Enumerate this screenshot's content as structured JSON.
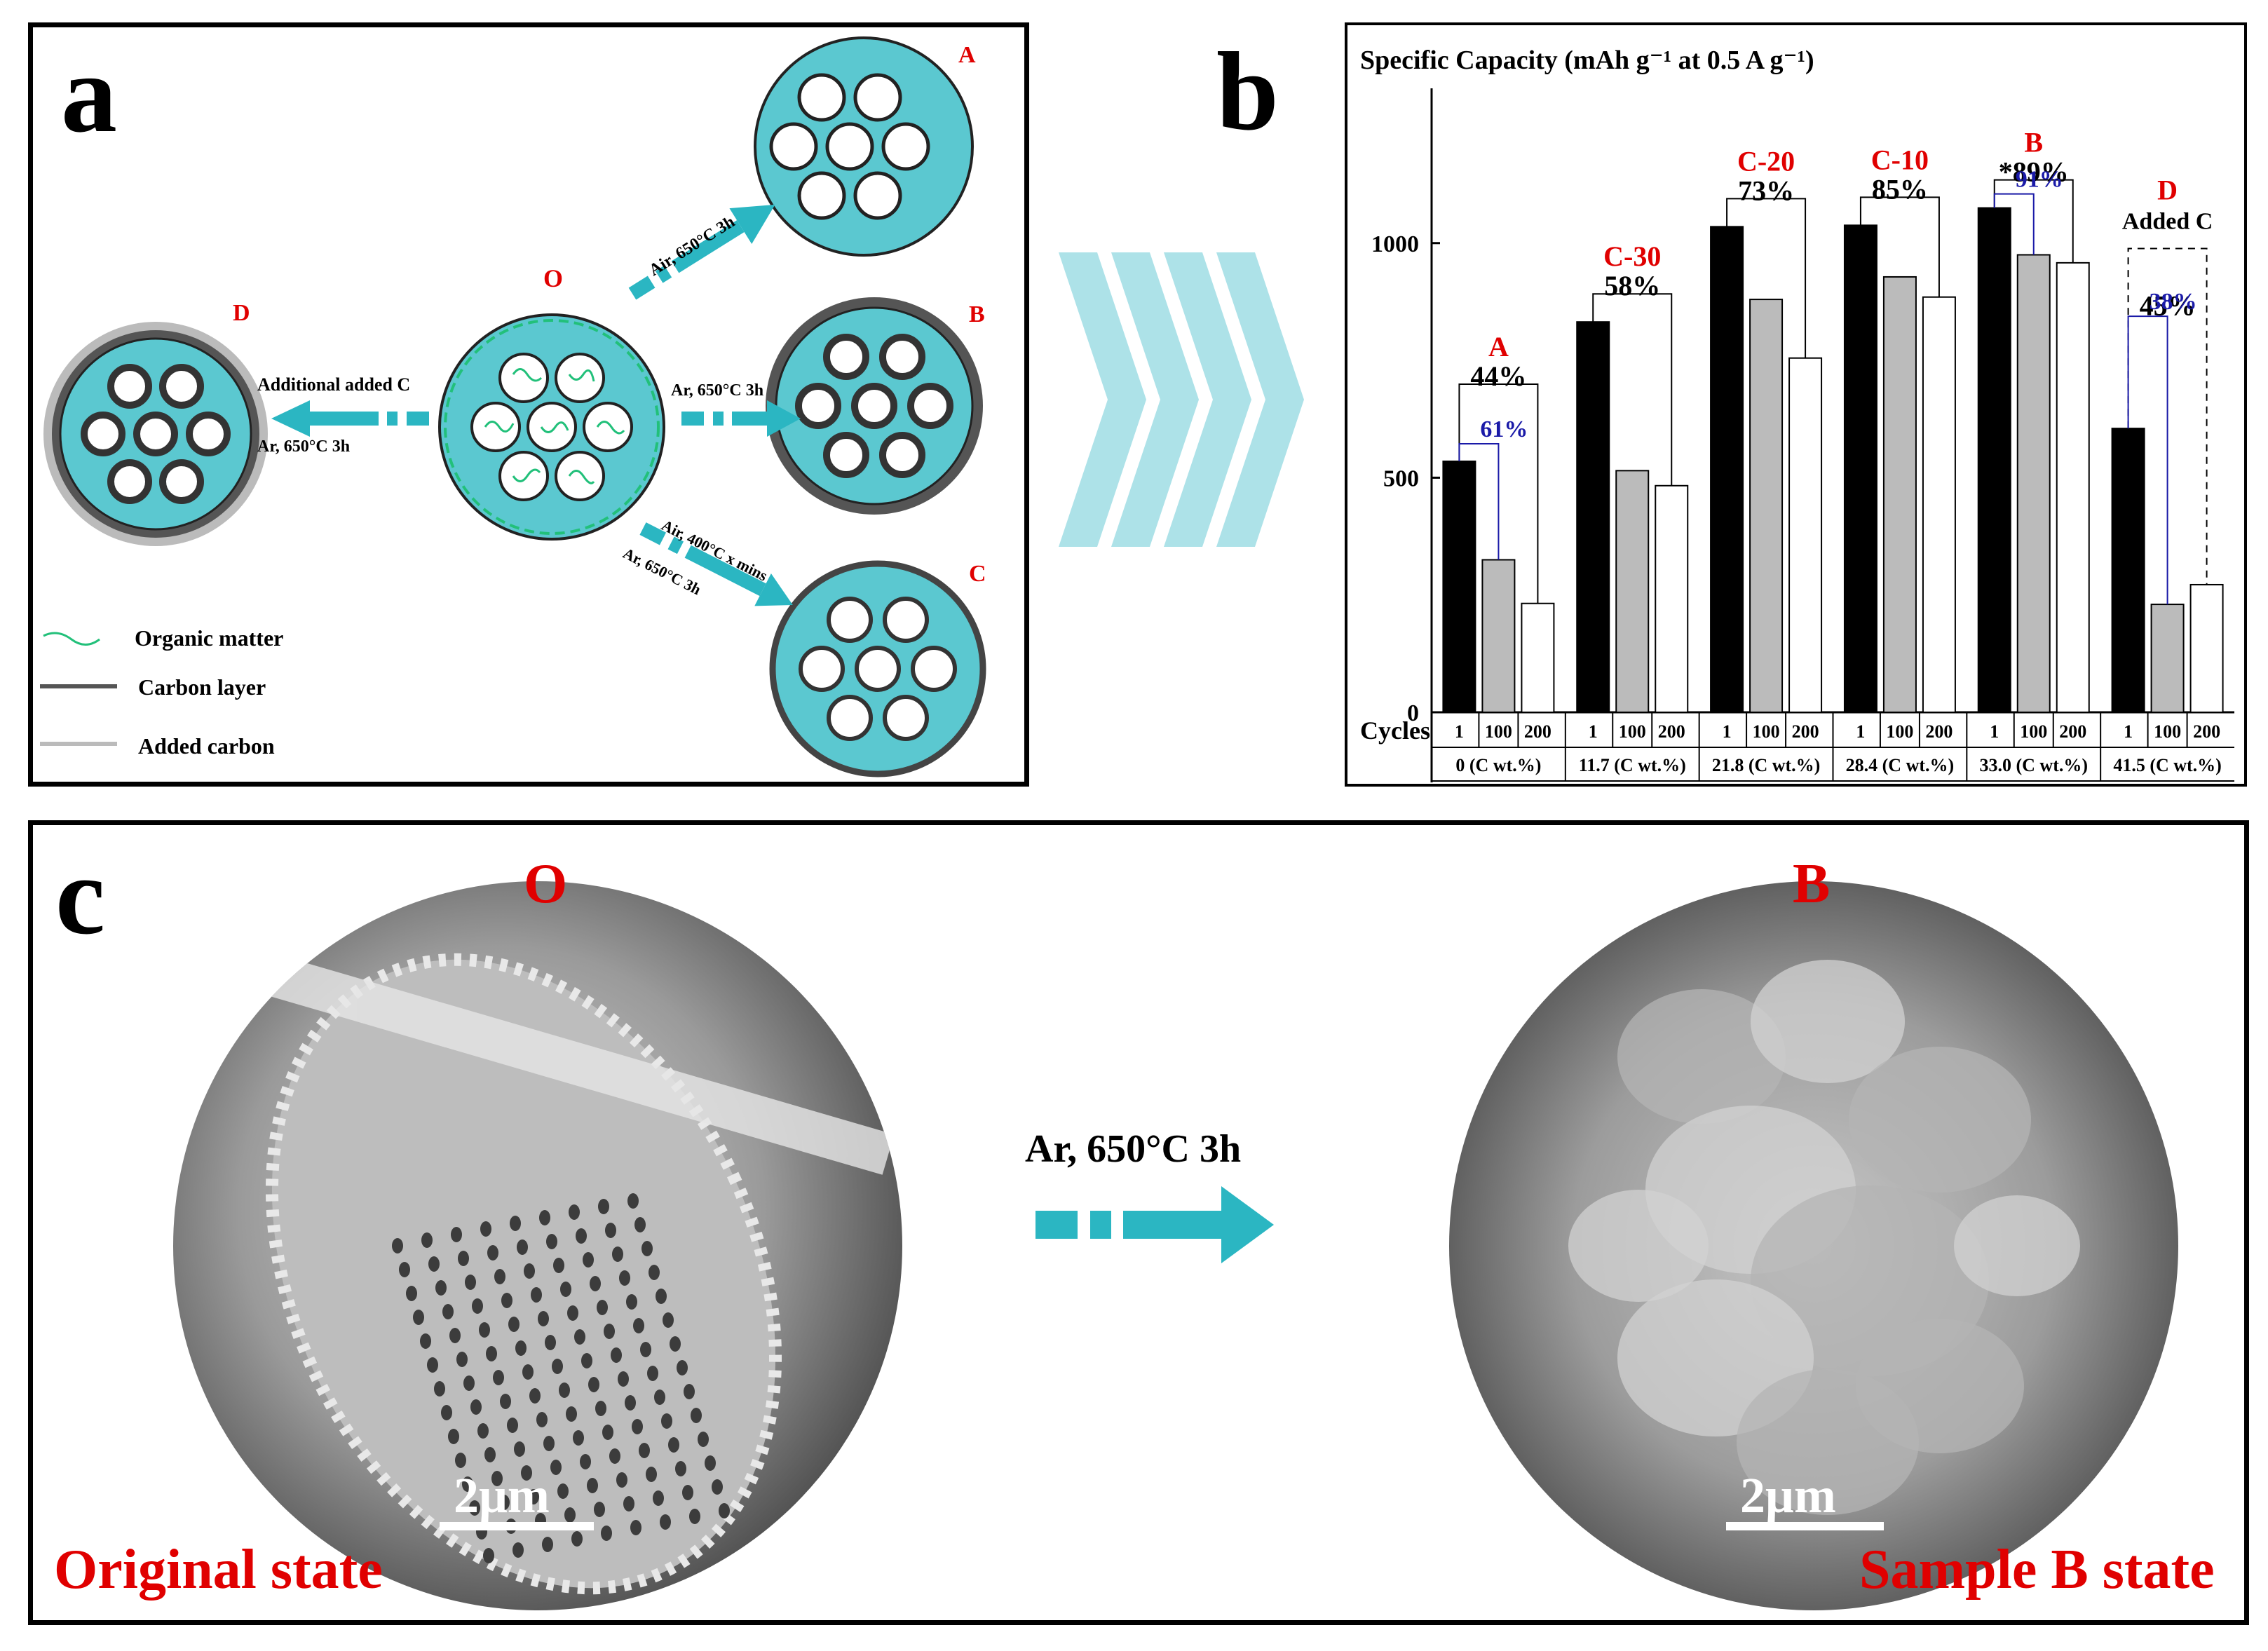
{
  "panels": {
    "a": "a",
    "b": "b",
    "c": "c"
  },
  "panel_a": {
    "center_label": "O",
    "circle_labels": {
      "A": "A",
      "B": "B",
      "C": "C",
      "D": "D"
    },
    "arrows": {
      "to_A": "Air, 650°C 3h",
      "to_B": "Ar, 650°C 3h",
      "to_C_line1": "Air, 400°C x mins",
      "to_C_line2": "Ar, 650°C 3h",
      "to_D_line1": "Additional added C",
      "to_D_line2": "Ar, 650°C 3h"
    },
    "legend": [
      {
        "label": "Organic matter",
        "color": "#22c07a"
      },
      {
        "label": "Carbon layer",
        "color": "#555555"
      },
      {
        "label": "Added carbon",
        "color": "#bbbbbb"
      }
    ]
  },
  "chart_data": {
    "type": "bar",
    "title": "Specific Capacity (mAh g⁻¹ at 0.5 A g⁻¹)",
    "xlabel": "Cycles",
    "ylim": [
      0,
      1300
    ],
    "yticks": [
      0,
      500,
      1000
    ],
    "cycles": [
      "1",
      "100",
      "200"
    ],
    "series_colors": [
      "#000000",
      "#bbbbbb",
      "#ffffff"
    ],
    "groups": [
      {
        "label": "A",
        "carbon": "0 (C wt.%)",
        "values": [
          535,
          325,
          232
        ],
        "pct_top": "44%",
        "pct_mid": "61%",
        "label_color": "#e00000"
      },
      {
        "label": "C-30",
        "carbon": "11.7 (C wt.%)",
        "values": [
          832,
          515,
          483
        ],
        "pct_top": "58%",
        "pct_mid": "",
        "label_color": "#e00000"
      },
      {
        "label": "C-20",
        "carbon": "21.8 (C wt.%)",
        "values": [
          1035,
          880,
          755
        ],
        "pct_top": "73%",
        "pct_mid": "",
        "label_color": "#e00000"
      },
      {
        "label": "C-10",
        "carbon": "28.4 (C wt.%)",
        "values": [
          1038,
          928,
          885
        ],
        "pct_top": "85%",
        "pct_mid": "",
        "label_color": "#e00000"
      },
      {
        "label": "B",
        "carbon": "33.0 (C wt.%)",
        "values": [
          1075,
          975,
          958
        ],
        "pct_top": "*89%",
        "pct_mid": "91%",
        "label_color": "#e00000"
      },
      {
        "label": "D",
        "carbon": "41.5 (C wt.%)",
        "values": [
          605,
          230,
          272
        ],
        "pct_top": "45%",
        "pct_mid": "38%",
        "label_color": "#e00000",
        "extra_label": "Added C"
      }
    ],
    "pct_top_color": "#000000",
    "pct_mid_color": "#1a1aa8"
  },
  "panel_c": {
    "left_tag": "O",
    "right_tag": "B",
    "arrow_label": "Ar, 650°C 3h",
    "scale_left": "2μm",
    "scale_right": "2μm",
    "caption_left": "Original state",
    "caption_right": "Sample B state"
  }
}
